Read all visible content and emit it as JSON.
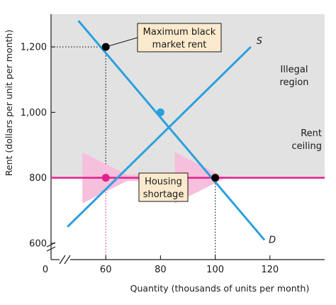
{
  "chart_data": {
    "type": "line",
    "xlabel": "Quantity (thousands of units per month)",
    "ylabel": "Rent (dollars per unit per month)",
    "xlim": [
      40,
      140
    ],
    "ylim": [
      550,
      1300
    ],
    "x_ticks": [
      {
        "value": 60,
        "label": "60",
        "highlight": true
      },
      {
        "value": 80,
        "label": "80",
        "highlight": false
      },
      {
        "value": 100,
        "label": "100",
        "highlight": false
      },
      {
        "value": 120,
        "label": "120",
        "highlight": false
      }
    ],
    "y_ticks": [
      {
        "value": 600,
        "label": "600",
        "highlight": false
      },
      {
        "value": 800,
        "label": "800",
        "highlight": true
      },
      {
        "value": 1000,
        "label": "1,000",
        "highlight": false
      },
      {
        "value": 1200,
        "label": "1,200",
        "highlight": false
      }
    ],
    "origin_label": "0",
    "axis_break": true,
    "series": [
      {
        "name": "S",
        "x": [
          46,
          113
        ],
        "y": [
          650,
          1200
        ],
        "color": "#2ba0dc"
      },
      {
        "name": "D",
        "x": [
          50,
          118
        ],
        "y": [
          1280,
          610
        ],
        "color": "#2ba0dc"
      }
    ],
    "rent_ceiling": {
      "y": 800,
      "label_lines": [
        "Rent",
        "ceiling"
      ],
      "color": "#e0218a"
    },
    "illegal_region": {
      "y_min": 800,
      "label_lines": [
        "Illegal",
        "region"
      ],
      "color": "#e2e2e2"
    },
    "points": [
      {
        "x": 60,
        "y": 1200,
        "color": "#000000"
      },
      {
        "x": 80,
        "y": 1000,
        "color": "#2ba0dc"
      },
      {
        "x": 60,
        "y": 800,
        "color": "#e0218a"
      },
      {
        "x": 100,
        "y": 800,
        "color": "#000000"
      }
    ],
    "guides": [
      {
        "from": [
          40,
          1200
        ],
        "to": [
          60,
          1200
        ],
        "color": "#000000"
      },
      {
        "from": [
          60,
          1200
        ],
        "to": [
          60,
          800
        ],
        "color": "#000000"
      },
      {
        "from": [
          60,
          800
        ],
        "to": [
          60,
          550
        ],
        "color": "#e0218a"
      },
      {
        "from": [
          100,
          800
        ],
        "to": [
          100,
          550
        ],
        "color": "#000000"
      }
    ],
    "shortage_arrow": {
      "x_from": 60,
      "x_to": 100,
      "y": 800,
      "color": "#f6bfdc"
    },
    "annotations": [
      {
        "name": "black-market-callout",
        "lines": [
          "Maximum black",
          "market rent"
        ],
        "points_to": [
          60,
          1200
        ]
      },
      {
        "name": "housing-shortage-callout",
        "lines": [
          "Housing",
          "shortage"
        ],
        "points_to": [
          80,
          800
        ]
      }
    ],
    "callout_fill": "#fbeacd"
  }
}
